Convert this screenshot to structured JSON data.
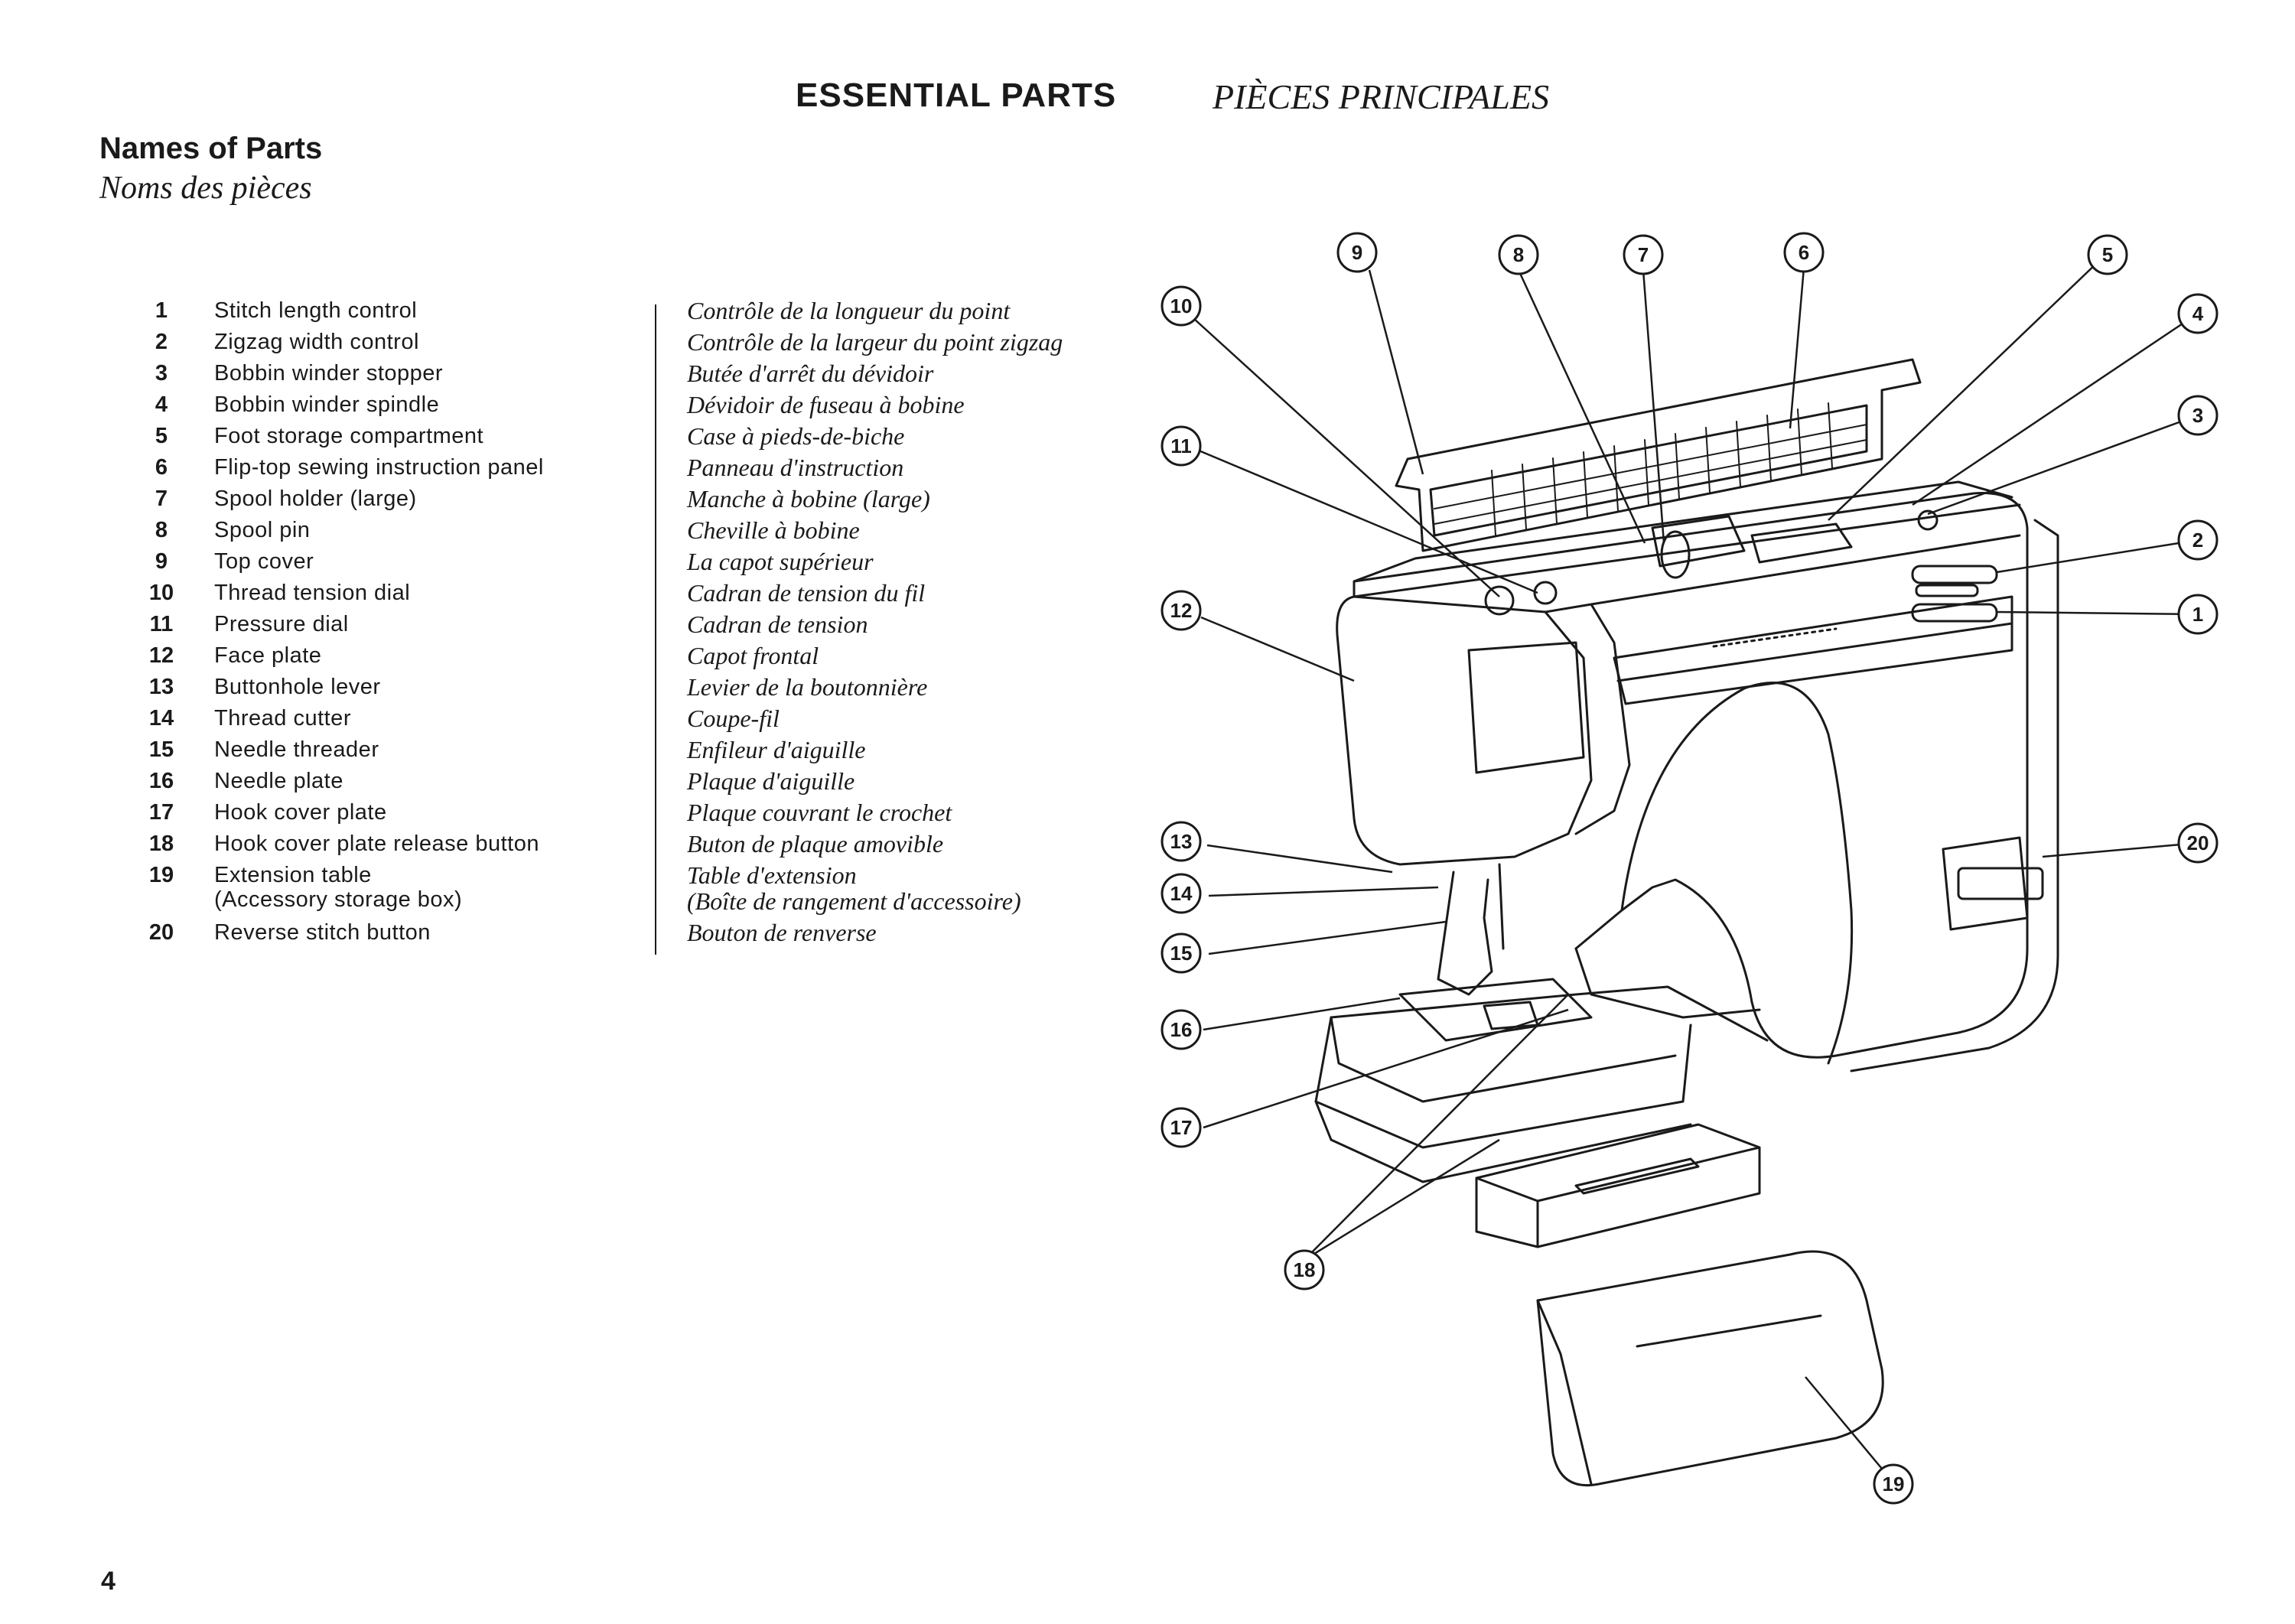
{
  "header": {
    "title_en": "ESSENTIAL PARTS",
    "title_fr": "PIÈCES PRINCIPALES"
  },
  "section": {
    "title_en": "Names of Parts",
    "title_fr": "Noms des pièces"
  },
  "parts": [
    {
      "num": "1",
      "en": "Stitch length control",
      "fr": "Contrôle de la longueur du point"
    },
    {
      "num": "2",
      "en": "Zigzag width control",
      "fr": "Contrôle de la largeur du point zigzag"
    },
    {
      "num": "3",
      "en": "Bobbin winder stopper",
      "fr": "Butée d'arrêt du dévidoir"
    },
    {
      "num": "4",
      "en": "Bobbin winder spindle",
      "fr": "Dévidoir de fuseau à bobine"
    },
    {
      "num": "5",
      "en": "Foot storage compartment",
      "fr": "Case à pieds-de-biche"
    },
    {
      "num": "6",
      "en": "Flip-top sewing instruction panel",
      "fr": "Panneau d'instruction"
    },
    {
      "num": "7",
      "en": "Spool holder (large)",
      "fr": "Manche à bobine (large)"
    },
    {
      "num": "8",
      "en": "Spool pin",
      "fr": "Cheville à bobine"
    },
    {
      "num": "9",
      "en": "Top cover",
      "fr": "La capot supérieur"
    },
    {
      "num": "10",
      "en": "Thread tension dial",
      "fr": "Cadran de tension du fil"
    },
    {
      "num": "11",
      "en": "Pressure dial",
      "fr": "Cadran de tension"
    },
    {
      "num": "12",
      "en": "Face plate",
      "fr": "Capot frontal"
    },
    {
      "num": "13",
      "en": "Buttonhole lever",
      "fr": "Levier de la boutonnière"
    },
    {
      "num": "14",
      "en": "Thread cutter",
      "fr": "Coupe-fil"
    },
    {
      "num": "15",
      "en": "Needle threader",
      "fr": "Enfileur d'aiguille"
    },
    {
      "num": "16",
      "en": "Needle plate",
      "fr": "Plaque d'aiguille"
    },
    {
      "num": "17",
      "en": "Hook cover plate",
      "fr": "Plaque couvrant le crochet"
    },
    {
      "num": "18",
      "en": "Hook cover plate release button",
      "fr": "Buton de plaque amovible"
    },
    {
      "num": "19",
      "en": "Extension table",
      "en2": "(Accessory storage box)",
      "fr": "Table d'extension",
      "fr2": "(Boîte de rangement d'accessoire)"
    },
    {
      "num": "20",
      "en": "Reverse stitch button",
      "fr": "Bouton de renverse"
    }
  ],
  "callouts": [
    "1",
    "2",
    "3",
    "4",
    "5",
    "6",
    "7",
    "8",
    "9",
    "10",
    "11",
    "12",
    "13",
    "14",
    "15",
    "16",
    "17",
    "18",
    "19",
    "20"
  ],
  "page_number": "4"
}
